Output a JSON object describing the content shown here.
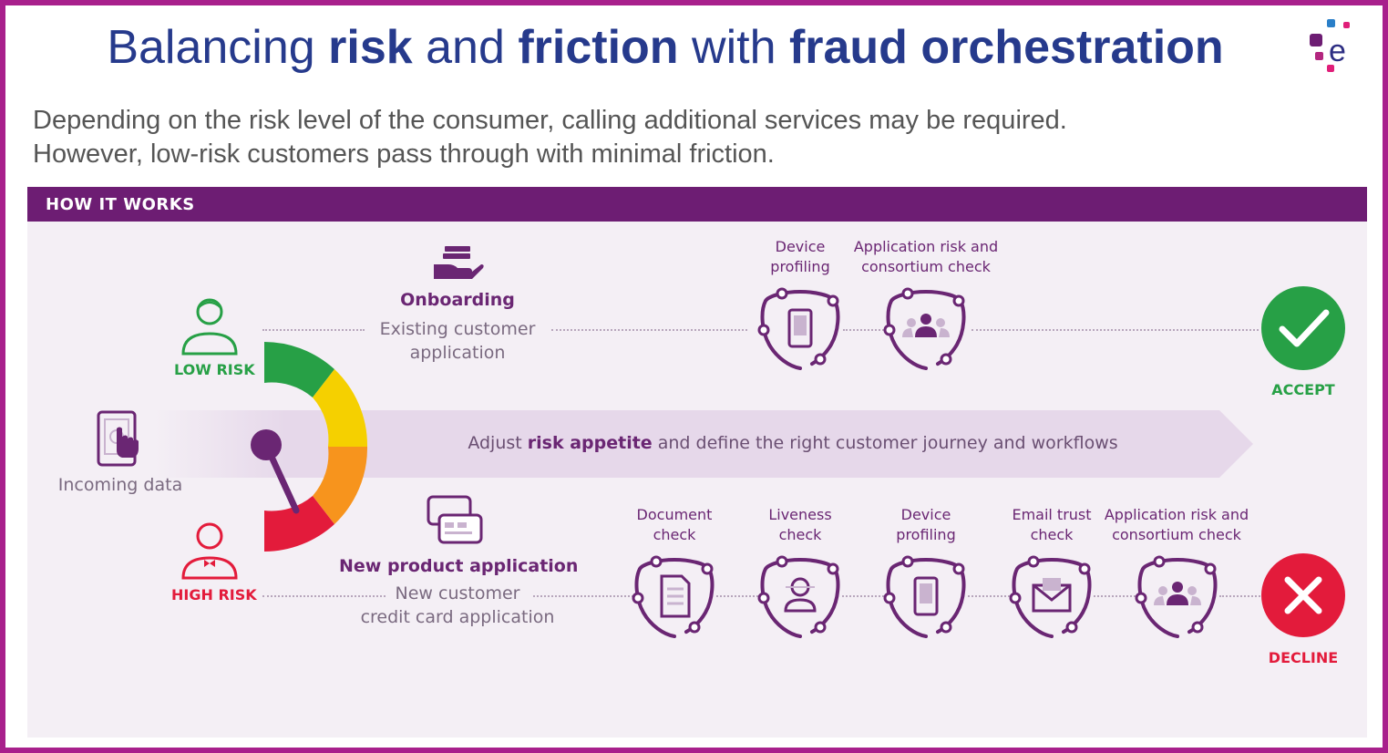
{
  "title": {
    "part1": "Balancing ",
    "risk": "risk",
    "part2": " and ",
    "friction": "friction",
    "part3": " with ",
    "fraud": "fraud orchestration"
  },
  "subtitle": {
    "line1": "Depending on the risk level of the consumer, calling additional services may be required.",
    "line2": "However, low-risk customers pass through with minimal friction."
  },
  "section_header": "HOW IT WORKS",
  "incoming": "Incoming data",
  "low_risk": "LOW RISK",
  "high_risk": "HIGH RISK",
  "arrow": {
    "pre": "Adjust ",
    "bold": "risk appetite",
    "post": " and define the right customer journey and workflows"
  },
  "top_flow": {
    "title": "Onboarding",
    "desc_line1": "Existing customer",
    "desc_line2": "application",
    "checks": [
      {
        "line1": "Device",
        "line2": "profiling",
        "icon": "phone-icon"
      },
      {
        "line1": "Application risk and",
        "line2": "consortium check",
        "icon": "group-icon"
      }
    ],
    "outcome": "ACCEPT"
  },
  "bottom_flow": {
    "title": "New product application",
    "desc_line1": "New customer",
    "desc_line2": "credit card application",
    "checks": [
      {
        "line1": "Document",
        "line2": "check",
        "icon": "document-icon"
      },
      {
        "line1": "Liveness",
        "line2": "check",
        "icon": "face-icon"
      },
      {
        "line1": "Device",
        "line2": "profiling",
        "icon": "phone-icon"
      },
      {
        "line1": "Email trust",
        "line2": "check",
        "icon": "email-icon"
      },
      {
        "line1": "Application risk and",
        "line2": "consortium check",
        "icon": "group-icon"
      }
    ],
    "outcome": "DECLINE"
  },
  "colors": {
    "frame": "#a8208c",
    "title": "#263a8c",
    "band": "#6d1d73",
    "purple": "#6a2673",
    "green": "#27a046",
    "red": "#e31b3b",
    "yellow": "#f5d000",
    "orange": "#f7941d"
  }
}
